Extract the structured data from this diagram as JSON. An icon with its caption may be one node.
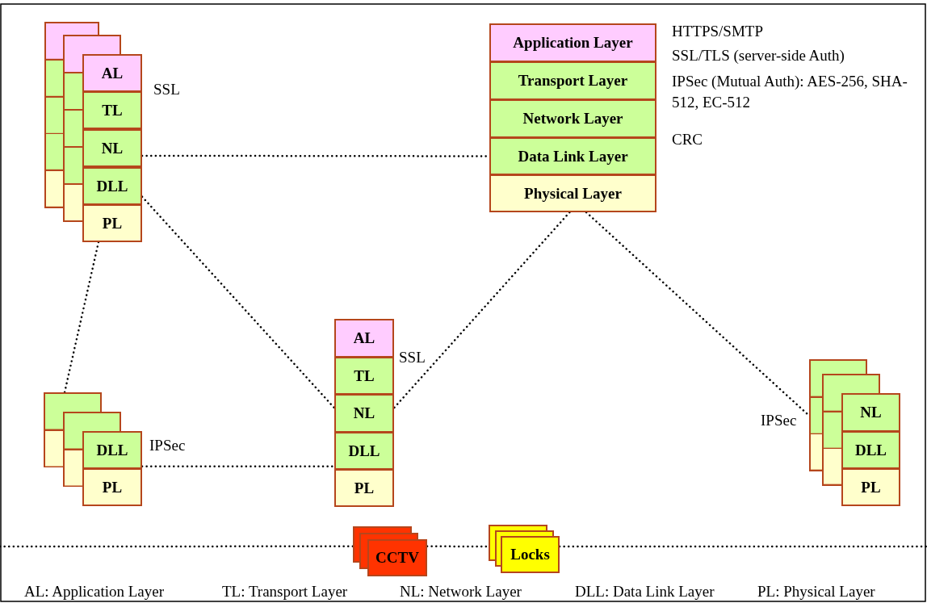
{
  "diagram": {
    "nodes": [
      {
        "text": [],
        "shape": "box"
      },
      {
        "text": [
          "AL"
        ],
        "in": 0,
        "beside": [
          "SSL"
        ]
      },
      {
        "text": [
          "TL"
        ],
        "in": 0
      },
      {
        "text": [
          "NL"
        ],
        "in": 0
      },
      {
        "text": [
          "DLL"
        ],
        "in": 0
      },
      {
        "text": [
          "PL"
        ],
        "in": 0
      },
      {
        "text": [
          "Application Layer"
        ],
        "beside": [
          "HTTPS/SMTP"
        ]
      },
      {
        "text": [
          "Transport Layer"
        ],
        "beside": [
          "SSL/TLS (server-side Auth)"
        ]
      },
      {
        "text": [
          "Network Layer"
        ],
        "beside": [
          "IPSec (Mutual Auth): AES-256, SHA-512, EC-512"
        ]
      },
      {
        "text": [
          "Data Link Layer"
        ],
        "beside": [
          "CRC"
        ]
      },
      {
        "text": [
          "Physical Layer"
        ]
      },
      {
        "text": [
          "AL"
        ],
        "beside": [
          "SSL"
        ]
      },
      {
        "text": [
          "TL"
        ]
      },
      {
        "text": [
          "NL"
        ]
      },
      {
        "text": [
          "DLL"
        ]
      },
      {
        "text": [
          "PL"
        ]
      },
      {
        "text": [],
        "shape": "box"
      },
      {
        "text": [
          "DLL"
        ],
        "in": 16,
        "beside": [
          "IPSec"
        ]
      },
      {
        "text": [
          "PL"
        ],
        "in": 16
      },
      {
        "text": [],
        "shape": "box",
        "beside": [
          "IPSec"
        ]
      },
      {
        "text": [
          "NL"
        ],
        "in": 19
      },
      {
        "text": [
          "DLL"
        ],
        "in": 19
      },
      {
        "text": [
          "PL"
        ],
        "in": 19
      },
      {
        "text": [
          "CCTV"
        ]
      },
      {
        "text": [
          "Locks"
        ]
      }
    ],
    "edges": [
      {
        "from": 3,
        "to": 9,
        "arrow": "none"
      },
      {
        "from": 4,
        "to": 13,
        "arrow": "none"
      },
      {
        "from": 5,
        "to": 16,
        "arrow": "none"
      },
      {
        "from": 10,
        "to": 13,
        "arrow": "none"
      },
      {
        "from": 10,
        "to": 19,
        "arrow": "none"
      },
      {
        "from": 17,
        "to": 14,
        "arrow": "none"
      },
      {
        "from": null,
        "to": 23,
        "arrow": "none"
      },
      {
        "from": 23,
        "to": 24,
        "arrow": "none"
      },
      {
        "from": 24,
        "to": null,
        "arrow": "none"
      }
    ],
    "labels": [
      "AL: Application Layer",
      "TL: Transport Layer",
      "NL: Network Layer",
      "DLL: Data Link Layer",
      "PL: Physical Layer"
    ]
  }
}
